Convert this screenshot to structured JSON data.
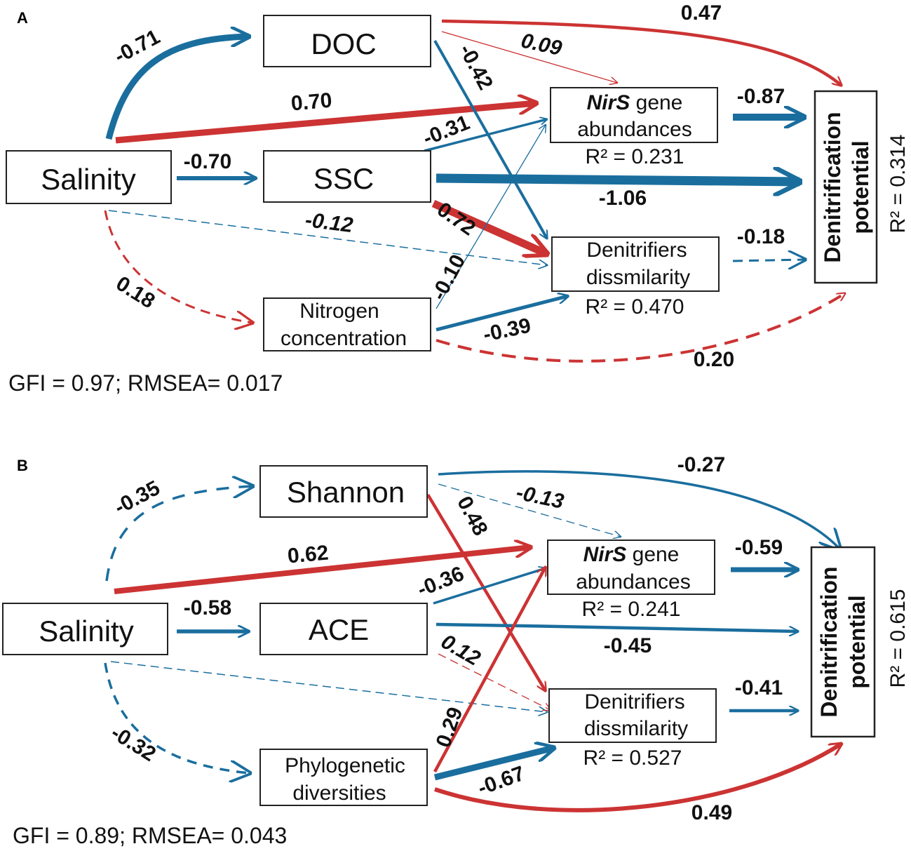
{
  "colors": {
    "positive": "#cc3333",
    "negative": "#1a6e9e"
  },
  "panel_a": {
    "label": "A",
    "nodes": {
      "salinity": "Salinity",
      "doc": "DOC",
      "ssc": "SSC",
      "nitrogen_line1": "Nitrogen",
      "nitrogen_line2": "concentration",
      "nirs_italic": "NirS",
      "nirs_rest": " gene",
      "nirs_line2": "abundances",
      "nirs_r2": "R² = 0.231",
      "denit_line1": "Denitrifiers",
      "denit_line2": "dissmilarity",
      "denit_r2": "R² = 0.470",
      "dp_line1": "Denitrification",
      "dp_line2": "potential",
      "dp_r2": "R² = 0.314"
    },
    "coefficients": {
      "sal_doc": "-0.71",
      "sal_nirs": "0.70",
      "sal_ssc": "-0.70",
      "sal_denit": "-0.12",
      "sal_nitro": "0.18",
      "doc_dp": "0.47",
      "doc_nirs": "0.09",
      "doc_denit": "-0.42",
      "ssc_nirs": "-0.31",
      "ssc_dp": "-1.06",
      "ssc_denit": "0.72",
      "nitro_nirs": "-0.10",
      "nitro_denit": "-0.39",
      "nitro_dp": "0.20",
      "nirs_dp": "-0.87",
      "denit_dp": "-0.18"
    },
    "fit": "GFI = 0.97; RMSEA= 0.017"
  },
  "panel_b": {
    "label": "B",
    "nodes": {
      "salinity": "Salinity",
      "shannon": "Shannon",
      "ace": "ACE",
      "phylo_line1": "Phylogenetic",
      "phylo_line2": "diversities",
      "nirs_italic": "NirS",
      "nirs_rest": " gene",
      "nirs_line2": "abundances",
      "nirs_r2": "R² = 0.241",
      "denit_line1": "Denitrifiers",
      "denit_line2": "dissmilarity",
      "denit_r2": "R² = 0.527",
      "dp_line1": "Denitrification",
      "dp_line2": "potential",
      "dp_r2": "R² = 0.615"
    },
    "coefficients": {
      "sal_shannon": "-0.35",
      "sal_nirs": "0.62",
      "sal_ace": "-0.58",
      "sal_phylo": "-0.32",
      "shannon_dp": "-0.27",
      "shannon_nirs": "-0.13",
      "shannon_denit": "0.48",
      "ace_nirs": "-0.36",
      "ace_dp": "-0.45",
      "ace_denit": "0.12",
      "phylo_nirs": "0.29",
      "phylo_denit": "-0.67",
      "phylo_dp": "0.49",
      "nirs_dp": "-0.59",
      "denit_dp": "-0.41"
    },
    "fit": "GFI = 0.89; RMSEA= 0.043"
  }
}
